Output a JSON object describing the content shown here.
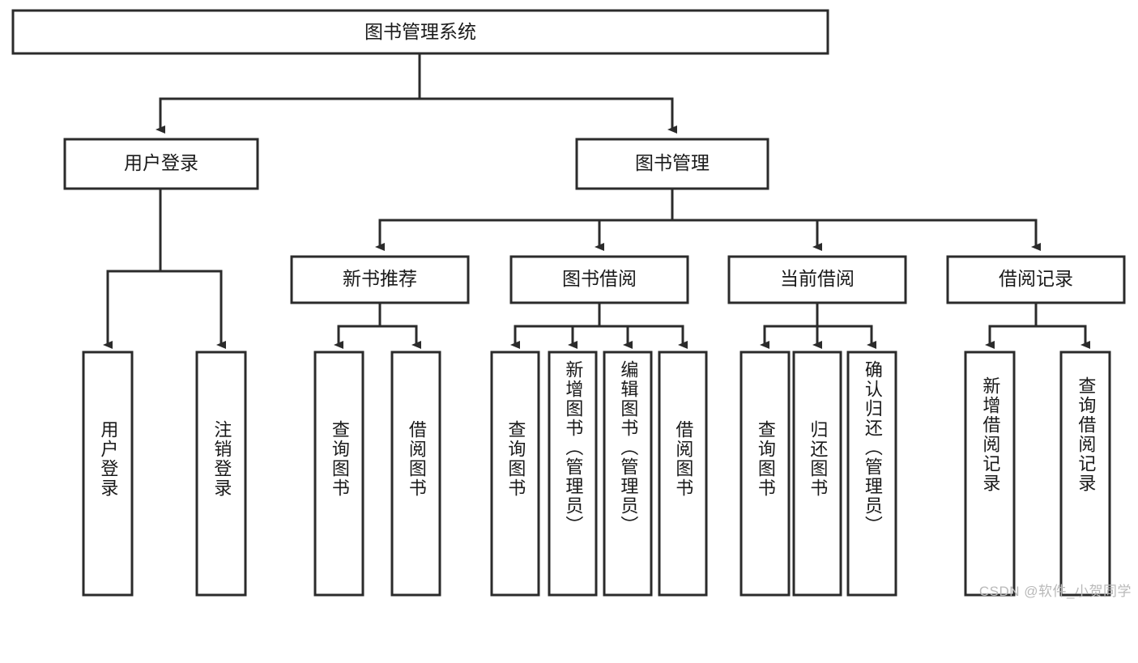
{
  "diagram": {
    "type": "tree-hierarchy-flowchart",
    "title": "图书管理系统",
    "root": {
      "id": "root",
      "label": "图书管理系统"
    },
    "level1": [
      {
        "id": "user-login",
        "label": "用户登录"
      },
      {
        "id": "book-manage",
        "label": "图书管理"
      }
    ],
    "level2": [
      {
        "id": "new-book-recommend",
        "label": "新书推荐",
        "parent": "book-manage"
      },
      {
        "id": "book-borrow",
        "label": "图书借阅",
        "parent": "book-manage"
      },
      {
        "id": "current-borrow",
        "label": "当前借阅",
        "parent": "book-manage"
      },
      {
        "id": "borrow-record",
        "label": "借阅记录",
        "parent": "book-manage"
      }
    ],
    "leaves": [
      {
        "id": "leaf-user-login",
        "label": "用户登录",
        "parent": "user-login"
      },
      {
        "id": "leaf-logout",
        "label": "注销登录",
        "parent": "user-login"
      },
      {
        "id": "leaf-query-book-1",
        "label": "查询图书",
        "parent": "new-book-recommend"
      },
      {
        "id": "leaf-borrow-book-1",
        "label": "借阅图书",
        "parent": "new-book-recommend"
      },
      {
        "id": "leaf-query-book-2",
        "label": "查询图书",
        "parent": "book-borrow"
      },
      {
        "id": "leaf-add-book",
        "label": "新增图书（管理员）",
        "parent": "book-borrow"
      },
      {
        "id": "leaf-edit-book",
        "label": "编辑图书（管理员）",
        "parent": "book-borrow"
      },
      {
        "id": "leaf-borrow-book-2",
        "label": "借阅图书",
        "parent": "book-borrow"
      },
      {
        "id": "leaf-query-book-3",
        "label": "查询图书",
        "parent": "current-borrow"
      },
      {
        "id": "leaf-return-book",
        "label": "归还图书",
        "parent": "current-borrow"
      },
      {
        "id": "leaf-confirm-return",
        "label": "确认归还（管理员）",
        "parent": "current-borrow"
      },
      {
        "id": "leaf-add-record",
        "label": "新增借阅记录",
        "parent": "borrow-record"
      },
      {
        "id": "leaf-query-record",
        "label": "查询借阅记录",
        "parent": "borrow-record"
      }
    ],
    "colors": {
      "box_stroke": "#2b2b2b",
      "box_fill": "#ffffff",
      "connector": "#2b2b2b",
      "text": "#1a1a1a",
      "watermark": "#b9b9b9",
      "background": "#ffffff"
    }
  },
  "watermark": {
    "text": "CSDN @软件_小贺同学"
  }
}
